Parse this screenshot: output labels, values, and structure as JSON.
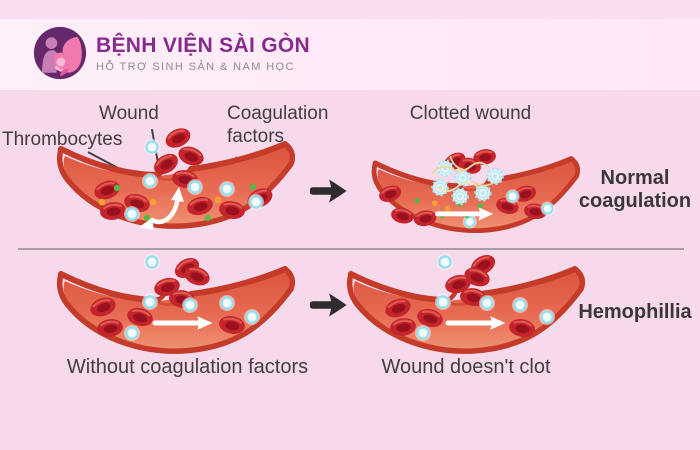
{
  "header": {
    "logo_icon": "mother-child-icon",
    "title": "BỆNH VIỆN SÀI GÒN",
    "subtitle": "HỖ TRỢ SINH SẢN & NAM HỌC"
  },
  "diagram": {
    "normal_row": {
      "label_thrombocytes": "Thrombocytes",
      "label_wound": "Wound",
      "label_coagulation_factors": "Coagulation factors",
      "label_clotted_wound": "Clotted wound",
      "result_label": "Normal coagulation"
    },
    "hemophilia_row": {
      "caption_before_arrow": "Without coagulation factors",
      "caption_after_arrow": "Wound doesn't clot",
      "result_label": "Hemophillia"
    }
  },
  "icons": {
    "step_arrow": "right-arrow",
    "blood_flow_arrow": "white-right-arrow",
    "split_flow_arrow": "white-curved-split-arrow"
  },
  "colors": {
    "page_background": "#f7d9ec",
    "header_background": "#feeaf8",
    "brand_purple": "#862d8c",
    "subtitle_gray": "#8e8c8e",
    "text_dark": "#413d44",
    "divider": "#9a939c",
    "vessel_wall": "#c43b29",
    "vessel_interior": "#e76b52",
    "red_blood_cell": "#c4242c",
    "thrombocyte_ring": "#97dfee",
    "factor_green": "#53ba43",
    "factor_orange": "#f5a031",
    "step_arrow": "#2d2d2d"
  }
}
